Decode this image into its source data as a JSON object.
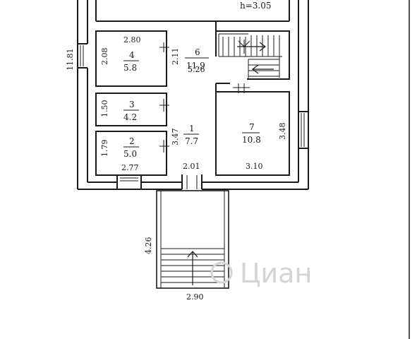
{
  "plan": {
    "top_note": "h=3.05",
    "rooms": [
      {
        "id": "1",
        "number": "1",
        "area": "7.7"
      },
      {
        "id": "2",
        "number": "2",
        "area": "5.0"
      },
      {
        "id": "3",
        "number": "3",
        "area": "4.2"
      },
      {
        "id": "4",
        "number": "4",
        "area": "5.8"
      },
      {
        "id": "6",
        "number": "6",
        "area": "11.9"
      },
      {
        "id": "7",
        "number": "7",
        "area": "10.8"
      }
    ],
    "dimensions": {
      "d_2_80": "2.80",
      "d_2_08": "2.08",
      "d_2_11": "2.11",
      "d_11_81": "11.81",
      "d_5_26": "5.26",
      "d_1_50": "1.50",
      "d_3_48": "3.48",
      "d_3_47": "3.47",
      "d_1_79": "1.79",
      "d_2_77": "2.77",
      "d_2_01": "2.01",
      "d_3_10": "3.10",
      "d_4_26": "4.26",
      "d_2_90": "2.90"
    },
    "watermark": "Циан",
    "colors": {
      "wall": "#1a1a1a",
      "background": "#ffffff",
      "watermark": "#d4d4d4"
    }
  }
}
